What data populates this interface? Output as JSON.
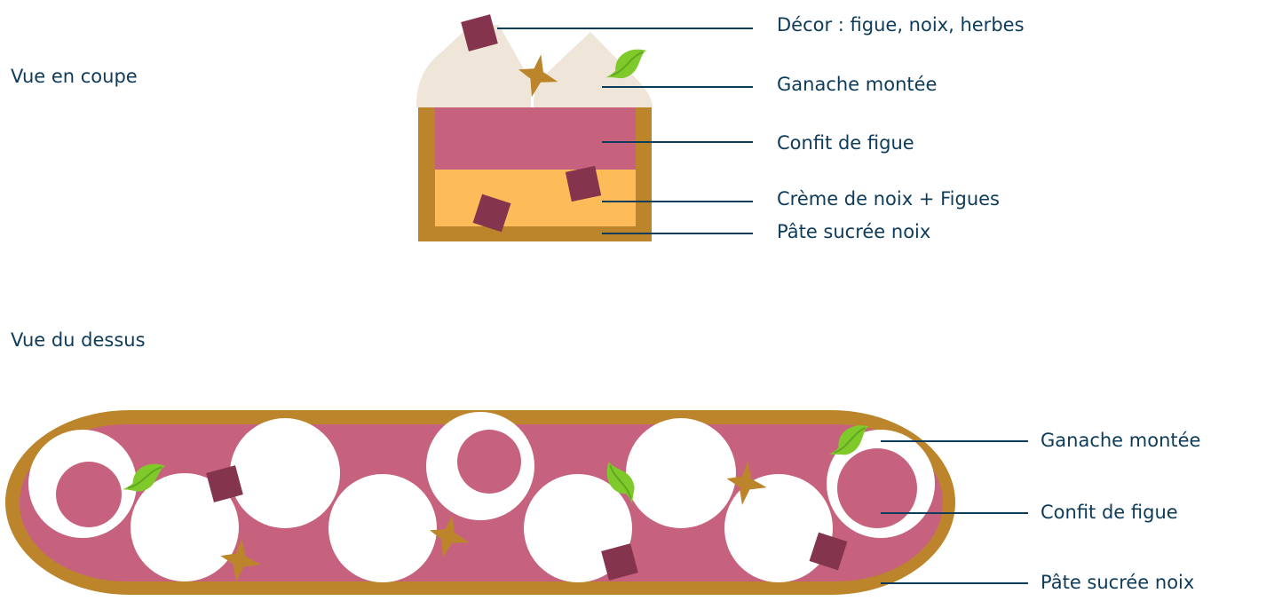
{
  "section_titles": {
    "cross_section": "Vue en coupe",
    "top_view": "Vue du dessus"
  },
  "cross_section_labels": [
    "Décor : figue, noix, herbes",
    "Ganache montée",
    "Confit de figue",
    "Crème de noix + Figues",
    "Pâte sucrée noix"
  ],
  "top_view_labels": [
    "Ganache montée",
    "Confit de figue",
    "Pâte sucrée noix"
  ],
  "colors": {
    "crust": "#BC852C",
    "fig_confit": "#C6627D",
    "walnut_cream": "#FDBB5A",
    "ganache": "#EFE6D9",
    "fig": "#84344C",
    "herb": "#7FC92A",
    "text": "#0D3B5A"
  }
}
